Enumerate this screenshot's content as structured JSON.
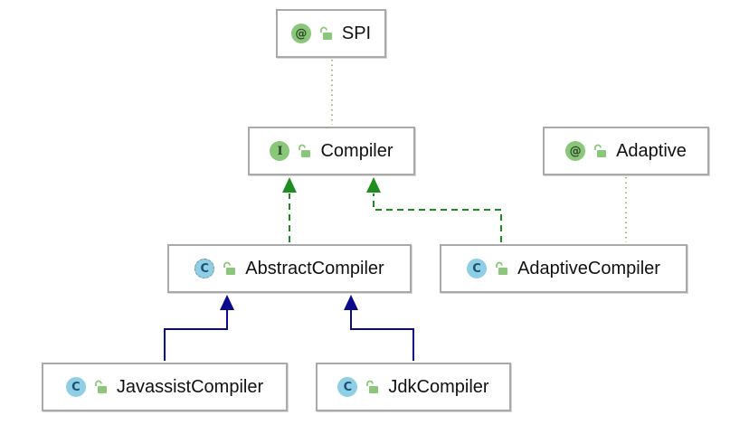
{
  "diagram": {
    "nodes": [
      {
        "id": "spi",
        "label": "SPI",
        "kind": "annotation",
        "badge": "@",
        "icon": "lock-open-icon"
      },
      {
        "id": "compiler",
        "label": "Compiler",
        "kind": "interface",
        "badge": "I",
        "icon": "lock-open-icon"
      },
      {
        "id": "adaptive",
        "label": "Adaptive",
        "kind": "annotation",
        "badge": "@",
        "icon": "lock-open-icon"
      },
      {
        "id": "abstract-compiler",
        "label": "AbstractCompiler",
        "kind": "abstract-class",
        "badge": "C",
        "icon": "lock-open-icon"
      },
      {
        "id": "adaptive-compiler",
        "label": "AdaptiveCompiler",
        "kind": "class",
        "badge": "C",
        "icon": "lock-open-icon"
      },
      {
        "id": "javassist-compiler",
        "label": "JavassistCompiler",
        "kind": "class",
        "badge": "C",
        "icon": "lock-open-icon"
      },
      {
        "id": "jdk-compiler",
        "label": "JdkCompiler",
        "kind": "class",
        "badge": "C",
        "icon": "lock-open-icon"
      }
    ],
    "edges": [
      {
        "from": "compiler",
        "to": "spi",
        "type": "annotated-by"
      },
      {
        "from": "adaptive-compiler",
        "to": "adaptive",
        "type": "annotated-by"
      },
      {
        "from": "abstract-compiler",
        "to": "compiler",
        "type": "implements"
      },
      {
        "from": "adaptive-compiler",
        "to": "compiler",
        "type": "implements"
      },
      {
        "from": "javassist-compiler",
        "to": "abstract-compiler",
        "type": "extends"
      },
      {
        "from": "jdk-compiler",
        "to": "abstract-compiler",
        "type": "extends"
      }
    ],
    "colors": {
      "implements": "#1e8c1e",
      "extends": "#0a0a8c",
      "annotated-by": "#9a9a50",
      "annotation_badge": "#8ac77b",
      "class_badge": "#8ecfe6",
      "lock": "#8ac77b",
      "border": "#a9a9a9"
    }
  }
}
